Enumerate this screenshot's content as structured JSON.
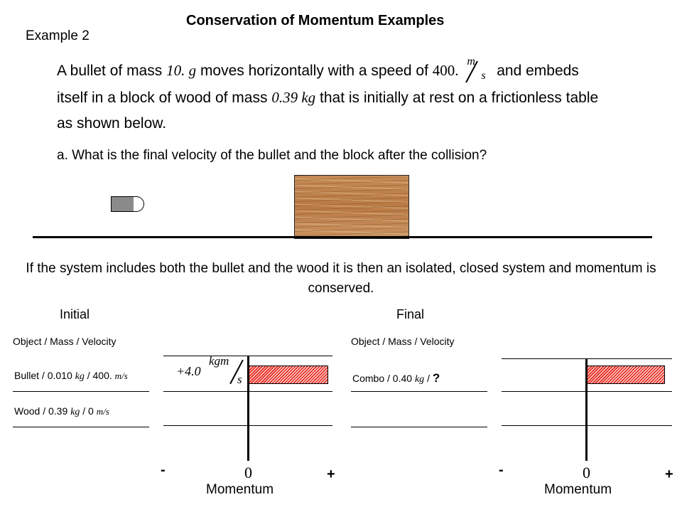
{
  "title": "Conservation of Momentum Examples",
  "example_label": "Example 2",
  "problem": {
    "p1": "A bullet of mass",
    "mass_bullet": "10. g",
    "p2": "moves horizontally with a speed of",
    "speed_value": "400.",
    "speed_unit_num": "m",
    "speed_unit_den": "s",
    "p3": "and embeds",
    "p4": "itself in a block of wood of mass",
    "mass_wood": "0.39 kg",
    "p5": "that is initially at rest on a frictionless table",
    "p6": "as shown below."
  },
  "question": "a. What is the final velocity of the bullet and the block after the collision?",
  "paragraph": "If the system includes both the bullet and the wood it is then an isolated, closed system and momentum is conserved.",
  "initial": {
    "heading": "Initial",
    "table_header": "Object / Mass / Velocity",
    "rows": [
      {
        "object": "Bullet / 0.010",
        "mass_unit": "kg",
        "sep": "/ 400.",
        "vel_unit": "m/s"
      },
      {
        "object": "Wood / 0.39",
        "mass_unit": "kg",
        "sep": "/ 0",
        "vel_unit": "m/s"
      }
    ],
    "momentum_value": "+4.0",
    "momentum_unit_num": "kgm",
    "momentum_unit_den": "s",
    "minus": "-",
    "plus": "+",
    "zero": "0",
    "axis_label": "Momentum"
  },
  "final": {
    "heading": "Final",
    "table_header": "Object / Mass / Velocity",
    "rows": [
      {
        "object": "Combo / 0.40",
        "mass_unit": "kg",
        "sep": "/",
        "unknown": "?"
      }
    ],
    "minus": "-",
    "plus": "+",
    "zero": "0",
    "axis_label": "Momentum"
  },
  "colors": {
    "bar_fill": "#e8342a",
    "wood": "#c48a55",
    "bullet": "#8a8a8a"
  }
}
